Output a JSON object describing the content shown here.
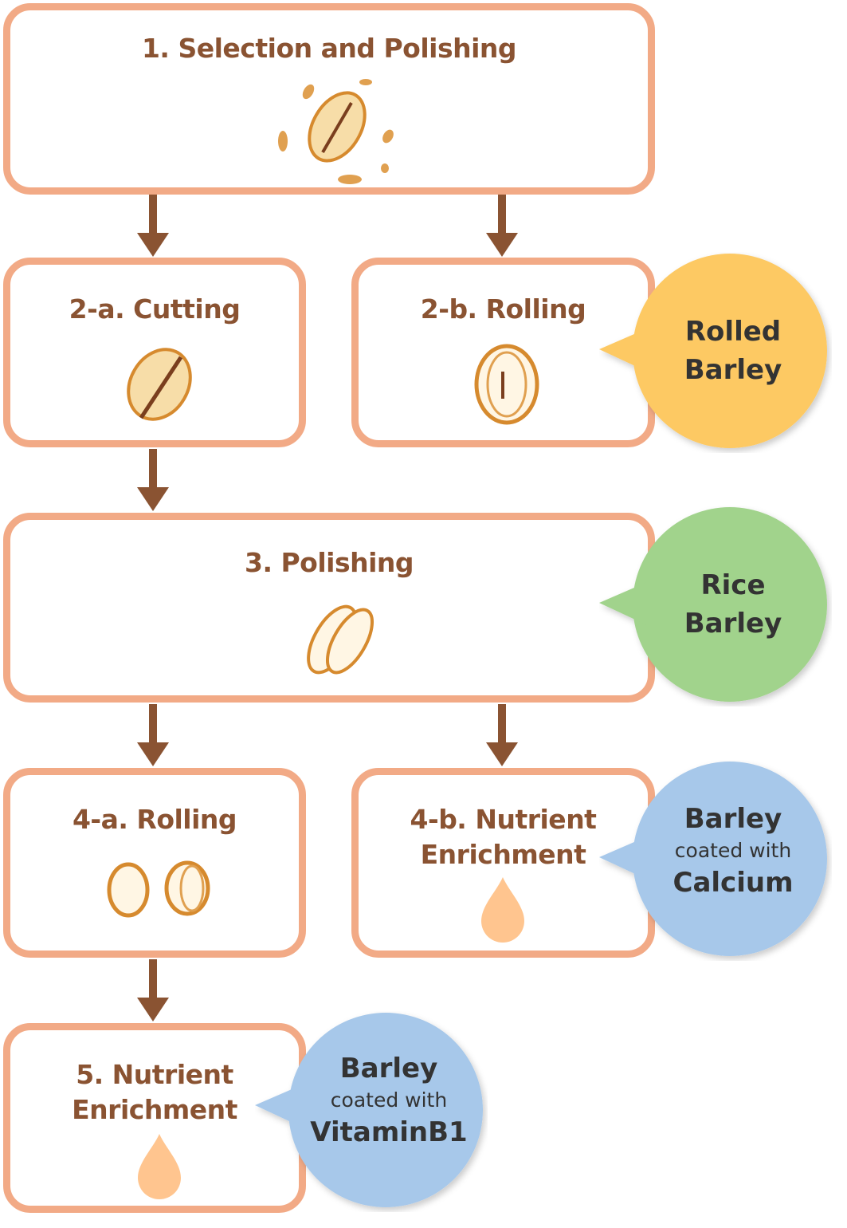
{
  "steps": {
    "s1": {
      "title": "1. Selection and Polishing"
    },
    "s2a": {
      "title": "2-a. Cutting"
    },
    "s2b": {
      "title": "2-b. Rolling"
    },
    "s3": {
      "title": "3. Polishing"
    },
    "s4a": {
      "title": "4-a. Rolling"
    },
    "s4b": {
      "title_line1": "4-b. Nutrient",
      "title_line2": "Enrichment"
    },
    "s5": {
      "title_line1": "5. Nutrient",
      "title_line2": "Enrichment"
    }
  },
  "products": {
    "rolled": {
      "line1": "Rolled",
      "line2": "Barley",
      "color": "#FDC964"
    },
    "rice": {
      "line1": "Rice",
      "line2": "Barley",
      "color": "#A1D38C"
    },
    "calcium": {
      "line1": "Barley",
      "small": "coated with",
      "line2": "Calcium",
      "color": "#A7C8EA"
    },
    "vitamin": {
      "line1": "Barley",
      "small": "coated with",
      "line2": "VitaminB1",
      "color": "#A7C8EA"
    }
  },
  "colors": {
    "border": "#F2AA86",
    "arrow": "#8A5332",
    "title": "#8A5332",
    "drop": "#FFC58F"
  }
}
